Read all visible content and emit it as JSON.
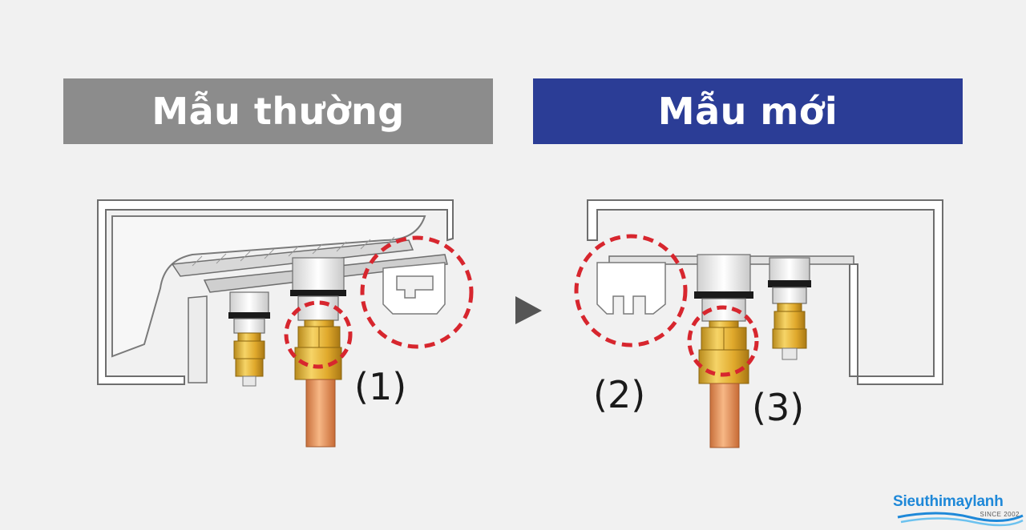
{
  "banners": {
    "old": {
      "label": "Mẫu thường",
      "color": "#8c8c8c"
    },
    "new": {
      "label": "Mẫu mới",
      "color": "#2b3d96"
    }
  },
  "callouts": {
    "one": "(1)",
    "two": "(2)",
    "three": "(3)"
  },
  "arrow": {
    "icon": "play-triangle-icon",
    "color": "#555555"
  },
  "highlight_color": "#d7262e",
  "logo": {
    "name": "Sieuthimaylanh",
    "tagline": "SINCE 2002",
    "color": "#1e88d8"
  }
}
